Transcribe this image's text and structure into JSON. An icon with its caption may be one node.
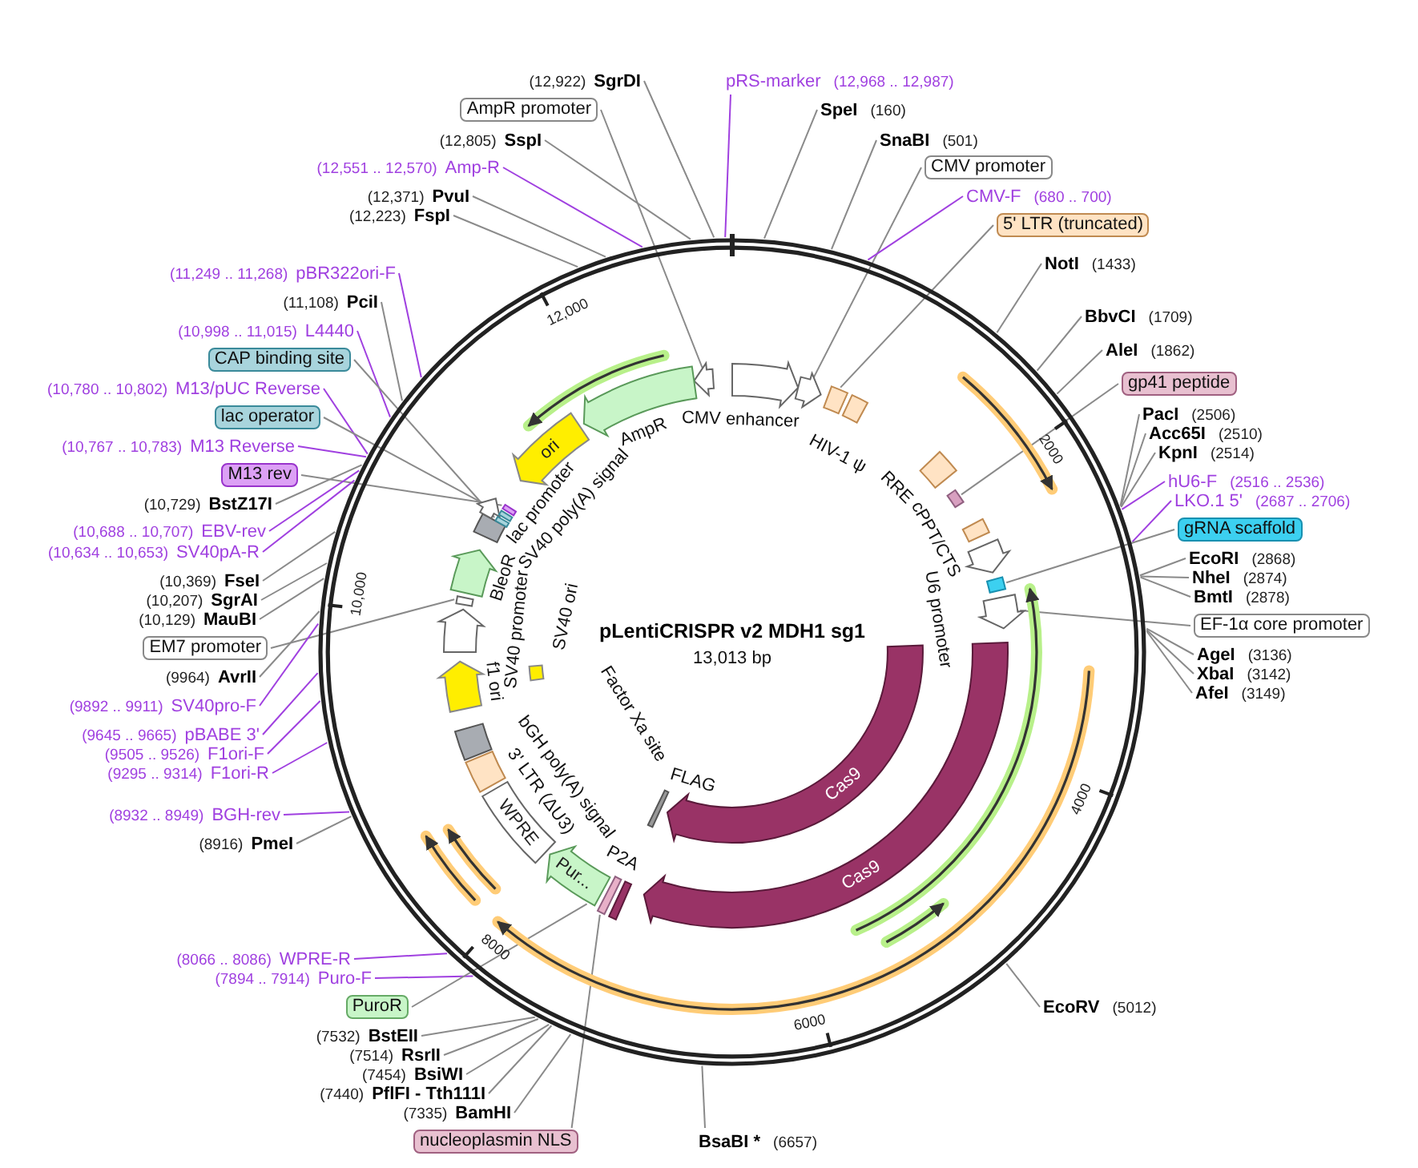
{
  "diagram": {
    "title": "pLentiCRISPR v2 MDH1 sg1",
    "nodes": [
      {
        "text": [],
        "shape": "arrow"
      },
      {
        "text": [],
        "shape": "arrow",
        "beside": [
          "CMV enhancer"
        ]
      },
      {
        "text": [],
        "shape": "arrow"
      },
      {
        "text": [],
        "shape": "box"
      },
      {
        "text": [],
        "shape": "box",
        "beside": [
          "HIV-1 ψ"
        ]
      },
      {
        "text": [],
        "shape": "box",
        "beside": [
          "RRE"
        ]
      },
      {
        "text": [],
        "shape": "box"
      },
      {
        "text": [],
        "shape": "box",
        "beside": [
          "cPPT/CTS"
        ]
      },
      {
        "text": [],
        "shape": "arrow"
      },
      {
        "text": [],
        "shape": "box"
      },
      {
        "text": [],
        "shape": "arrow"
      },
      {
        "text": [
          "Cas9"
        ]
      },
      {
        "text": [
          "Cas9"
        ]
      },
      {
        "text": [],
        "shape": "bar",
        "beside": [
          "FLAG"
        ]
      },
      {
        "text": [],
        "shape": "bar"
      },
      {
        "text": [],
        "shape": "bar"
      },
      {
        "text": [
          "Pur..."
        ]
      },
      {
        "text": [
          "WPRE"
        ]
      },
      {
        "text": [],
        "shape": "box",
        "beside": [
          "3' LTR (ΔU3)"
        ]
      },
      {
        "text": [],
        "shape": "box"
      },
      {
        "text": [],
        "shape": "arrow",
        "beside": [
          "f1 ori"
        ]
      },
      {
        "text": [],
        "shape": "arrow"
      },
      {
        "text": [],
        "shape": "bar"
      },
      {
        "text": [],
        "shape": "arrow",
        "beside": [
          "BleoR"
        ]
      },
      {
        "text": [],
        "shape": "box",
        "beside": [
          "SV40 ori"
        ]
      },
      {
        "text": [],
        "shape": "box"
      },
      {
        "text": [],
        "shape": "arrow",
        "beside": [
          "lac promoter"
        ]
      },
      {
        "text": [],
        "shape": "bar"
      },
      {
        "text": [],
        "shape": "bar"
      },
      {
        "text": [],
        "shape": "bar"
      },
      {
        "text": [
          "ori"
        ]
      },
      {
        "text": [],
        "shape": "arrow",
        "beside": [
          "AmpR"
        ]
      },
      {
        "text": [
          "SgrDI"
        ],
        "beside": [
          "(12,922)"
        ]
      },
      {
        "text": [
          "AmpR promoter"
        ]
      },
      {
        "text": [
          "SspI"
        ],
        "beside": [
          "(12,805)"
        ]
      },
      {
        "text": [
          "Amp-R"
        ],
        "beside": [
          "(12,551 .. 12,570)"
        ]
      },
      {
        "text": [
          "PvuI"
        ],
        "beside": [
          "(12,371)"
        ]
      },
      {
        "text": [
          "FspI"
        ],
        "beside": [
          "(12,223)"
        ]
      },
      {
        "text": [
          "pBR322ori-F"
        ],
        "beside": [
          "(11,249 .. 11,268)"
        ]
      },
      {
        "text": [
          "PciI"
        ],
        "beside": [
          "(11,108)"
        ]
      },
      {
        "text": [
          "L4440"
        ],
        "beside": [
          "(10,998 .. 11,015)"
        ]
      },
      {
        "text": [
          "CAP binding site"
        ]
      },
      {
        "text": [
          "M13/pUC Reverse"
        ],
        "beside": [
          "(10,780 .. 10,802)"
        ]
      },
      {
        "text": [
          "lac operator"
        ]
      },
      {
        "text": [
          "M13 Reverse"
        ],
        "beside": [
          "(10,767 .. 10,783)"
        ]
      },
      {
        "text": [
          "M13 rev"
        ]
      },
      {
        "text": [
          "BstZ17I"
        ],
        "beside": [
          "(10,729)"
        ]
      },
      {
        "text": [
          "EBV-rev"
        ],
        "beside": [
          "(10,688 .. 10,707)"
        ]
      },
      {
        "text": [
          "SV40pA-R"
        ],
        "beside": [
          "(10,634 .. 10,653)"
        ]
      },
      {
        "text": [
          "FseI"
        ],
        "beside": [
          "(10,369)"
        ]
      },
      {
        "text": [
          "SgrAI"
        ],
        "beside": [
          "(10,207)"
        ]
      },
      {
        "text": [
          "MauBI"
        ],
        "beside": [
          "(10,129)"
        ]
      },
      {
        "text": [
          "EM7 promoter"
        ]
      },
      {
        "text": [
          "AvrII"
        ],
        "beside": [
          "(9964)"
        ]
      },
      {
        "text": [
          "SV40pro-F"
        ],
        "beside": [
          "(9892 .. 9911)"
        ]
      },
      {
        "text": [
          "pBABE 3'"
        ],
        "beside": [
          "(9645 .. 9665)"
        ]
      },
      {
        "text": [
          "F1ori-F"
        ],
        "beside": [
          "(9505 .. 9526)"
        ]
      },
      {
        "text": [
          "F1ori-R"
        ],
        "beside": [
          "(9295 .. 9314)"
        ]
      },
      {
        "text": [
          "BGH-rev"
        ],
        "beside": [
          "(8932 .. 8949)"
        ]
      },
      {
        "text": [
          "PmeI"
        ],
        "beside": [
          "(8916)"
        ]
      },
      {
        "text": [
          "WPRE-R"
        ],
        "beside": [
          "(8066 .. 8086)"
        ]
      },
      {
        "text": [
          "Puro-F"
        ],
        "beside": [
          "(7894 .. 7914)"
        ]
      },
      {
        "text": [
          "PuroR"
        ]
      },
      {
        "text": [
          "BstEII"
        ],
        "beside": [
          "(7532)"
        ]
      },
      {
        "text": [
          "RsrII"
        ],
        "beside": [
          "(7514)"
        ]
      },
      {
        "text": [
          "BsiWI"
        ],
        "beside": [
          "(7454)"
        ]
      },
      {
        "text": [
          "PflFI - Tth111I"
        ],
        "beside": [
          "(7440)"
        ]
      },
      {
        "text": [
          "BamHI"
        ],
        "beside": [
          "(7335)"
        ]
      },
      {
        "text": [
          "nucleoplasmin NLS"
        ]
      },
      {
        "text": [
          "BsaBI *"
        ],
        "beside": [
          "(6657)"
        ]
      },
      {
        "text": [
          "pRS-marker"
        ],
        "beside": [
          "(12,968 .. 12,987)"
        ]
      },
      {
        "text": [
          "SpeI"
        ],
        "beside": [
          "(160)"
        ]
      },
      {
        "text": [
          "SnaBI"
        ],
        "beside": [
          "(501)"
        ]
      },
      {
        "text": [
          "CMV promoter"
        ]
      },
      {
        "text": [
          "CMV-F"
        ],
        "beside": [
          "(680 .. 700)"
        ]
      },
      {
        "text": [
          "5' LTR (truncated)"
        ]
      },
      {
        "text": [
          "NotI"
        ],
        "beside": [
          "(1433)"
        ]
      },
      {
        "text": [
          "BbvCI"
        ],
        "beside": [
          "(1709)"
        ]
      },
      {
        "text": [
          "AleI"
        ],
        "beside": [
          "(1862)"
        ]
      },
      {
        "text": [
          "gp41 peptide"
        ]
      },
      {
        "text": [
          "PacI"
        ],
        "beside": [
          "(2506)"
        ]
      },
      {
        "text": [
          "Acc65I"
        ],
        "beside": [
          "(2510)"
        ]
      },
      {
        "text": [
          "KpnI"
        ],
        "beside": [
          "(2514)"
        ]
      },
      {
        "text": [
          "hU6-F"
        ],
        "beside": [
          "(2516 .. 2536)"
        ]
      },
      {
        "text": [
          "LKO.1 5'"
        ],
        "beside": [
          "(2687 .. 2706)"
        ]
      },
      {
        "text": [
          "gRNA scaffold"
        ]
      },
      {
        "text": [
          "EcoRI"
        ],
        "beside": [
          "(2868)"
        ]
      },
      {
        "text": [
          "NheI"
        ],
        "beside": [
          "(2874)"
        ]
      },
      {
        "text": [
          "BmtI"
        ],
        "beside": [
          "(2878)"
        ]
      },
      {
        "text": [
          "EF-1α core promoter"
        ]
      },
      {
        "text": [
          "AgeI"
        ],
        "beside": [
          "(3136)"
        ]
      },
      {
        "text": [
          "XbaI"
        ],
        "beside": [
          "(3142)"
        ]
      },
      {
        "text": [
          "AfeI"
        ],
        "beside": [
          "(3149)"
        ]
      },
      {
        "text": [
          "EcoRV"
        ],
        "beside": [
          "(5012)"
        ]
      }
    ],
    "edges": [
      {
        "from": 32,
        "to": null,
        "arrow": "none"
      },
      {
        "from": 33,
        "to": 0,
        "arrow": "none"
      },
      {
        "from": 34,
        "to": null,
        "arrow": "none"
      },
      {
        "from": 35,
        "to": null,
        "arrow": "none",
        "color": "#a040e0"
      },
      {
        "from": 36,
        "to": null,
        "arrow": "none"
      },
      {
        "from": 37,
        "to": null,
        "arrow": "none"
      },
      {
        "from": 38,
        "to": null,
        "arrow": "none",
        "color": "#a040e0"
      },
      {
        "from": 39,
        "to": null,
        "arrow": "none"
      },
      {
        "from": 40,
        "to": null,
        "arrow": "none",
        "color": "#a040e0"
      },
      {
        "from": 41,
        "to": 27,
        "arrow": "none"
      },
      {
        "from": 42,
        "to": null,
        "arrow": "none",
        "color": "#a040e0"
      },
      {
        "from": 43,
        "to": 28,
        "arrow": "none"
      },
      {
        "from": 44,
        "to": null,
        "arrow": "none",
        "color": "#a040e0"
      },
      {
        "from": 45,
        "to": 29,
        "arrow": "none"
      },
      {
        "from": 46,
        "to": null,
        "arrow": "none"
      },
      {
        "from": 47,
        "to": null,
        "arrow": "none",
        "color": "#a040e0"
      },
      {
        "from": 48,
        "to": null,
        "arrow": "none",
        "color": "#a040e0"
      },
      {
        "from": 49,
        "to": null,
        "arrow": "none"
      },
      {
        "from": 50,
        "to": null,
        "arrow": "none"
      },
      {
        "from": 51,
        "to": null,
        "arrow": "none"
      },
      {
        "from": 52,
        "to": 22,
        "arrow": "none"
      },
      {
        "from": 53,
        "to": null,
        "arrow": "none"
      },
      {
        "from": 54,
        "to": null,
        "arrow": "none",
        "color": "#a040e0"
      },
      {
        "from": 55,
        "to": null,
        "arrow": "none",
        "color": "#a040e0"
      },
      {
        "from": 56,
        "to": null,
        "arrow": "none",
        "color": "#a040e0"
      },
      {
        "from": 57,
        "to": null,
        "arrow": "none",
        "color": "#a040e0"
      },
      {
        "from": 58,
        "to": null,
        "arrow": "none",
        "color": "#a040e0"
      },
      {
        "from": 59,
        "to": null,
        "arrow": "none"
      },
      {
        "from": 60,
        "to": null,
        "arrow": "none",
        "color": "#a040e0"
      },
      {
        "from": 61,
        "to": null,
        "arrow": "none",
        "color": "#a040e0"
      },
      {
        "from": 62,
        "to": 16,
        "arrow": "none"
      },
      {
        "from": 63,
        "to": null,
        "arrow": "none"
      },
      {
        "from": 64,
        "to": null,
        "arrow": "none"
      },
      {
        "from": 65,
        "to": null,
        "arrow": "none"
      },
      {
        "from": 66,
        "to": null,
        "arrow": "none"
      },
      {
        "from": 67,
        "to": null,
        "arrow": "none"
      },
      {
        "from": 68,
        "to": 14,
        "arrow": "none"
      },
      {
        "from": 69,
        "to": null,
        "arrow": "none"
      },
      {
        "from": 70,
        "to": null,
        "arrow": "none",
        "color": "#a040e0"
      },
      {
        "from": 71,
        "to": null,
        "arrow": "none"
      },
      {
        "from": 72,
        "to": null,
        "arrow": "none"
      },
      {
        "from": 73,
        "to": 2,
        "arrow": "none"
      },
      {
        "from": 74,
        "to": null,
        "arrow": "none",
        "color": "#a040e0"
      },
      {
        "from": 75,
        "to": 3,
        "arrow": "none"
      },
      {
        "from": 76,
        "to": null,
        "arrow": "none"
      },
      {
        "from": 77,
        "to": null,
        "arrow": "none"
      },
      {
        "from": 78,
        "to": null,
        "arrow": "none"
      },
      {
        "from": 79,
        "to": 6,
        "arrow": "none"
      },
      {
        "from": 80,
        "to": null,
        "arrow": "none"
      },
      {
        "from": 81,
        "to": null,
        "arrow": "none"
      },
      {
        "from": 82,
        "to": null,
        "arrow": "none"
      },
      {
        "from": 83,
        "to": null,
        "arrow": "none",
        "color": "#a040e0"
      },
      {
        "from": 84,
        "to": null,
        "arrow": "none",
        "color": "#a040e0"
      },
      {
        "from": 85,
        "to": 9,
        "arrow": "none"
      },
      {
        "from": 86,
        "to": null,
        "arrow": "none"
      },
      {
        "from": 87,
        "to": null,
        "arrow": "none"
      },
      {
        "from": 88,
        "to": null,
        "arrow": "none"
      },
      {
        "from": 89,
        "to": 10,
        "arrow": "none"
      },
      {
        "from": 90,
        "to": null,
        "arrow": "none"
      },
      {
        "from": 91,
        "to": null,
        "arrow": "none"
      },
      {
        "from": 92,
        "to": null,
        "arrow": "none"
      },
      {
        "from": 93,
        "to": null,
        "arrow": "none"
      }
    ],
    "labels": [
      "13,013 bp",
      "Factor Xa site",
      "U6 promoter",
      "P2A",
      "SV40 poly(A) signal",
      "SV40 promoter",
      "bGH poly(A) signal",
      "2000",
      "4000",
      "6000",
      "8000",
      "10,000",
      "12,000"
    ]
  }
}
